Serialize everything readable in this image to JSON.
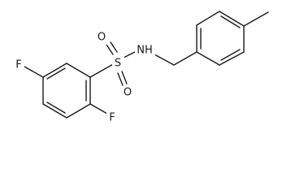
{
  "atoms": {
    "fluorine_top": "F",
    "fluorine_bottom": "F",
    "sulfur": "S",
    "oxygen_upper": "O",
    "oxygen_lower": "O",
    "nitrogen_hydrogen": "NH"
  },
  "colors": {
    "bond": "#1a1a1a",
    "background": "#ffffff"
  }
}
